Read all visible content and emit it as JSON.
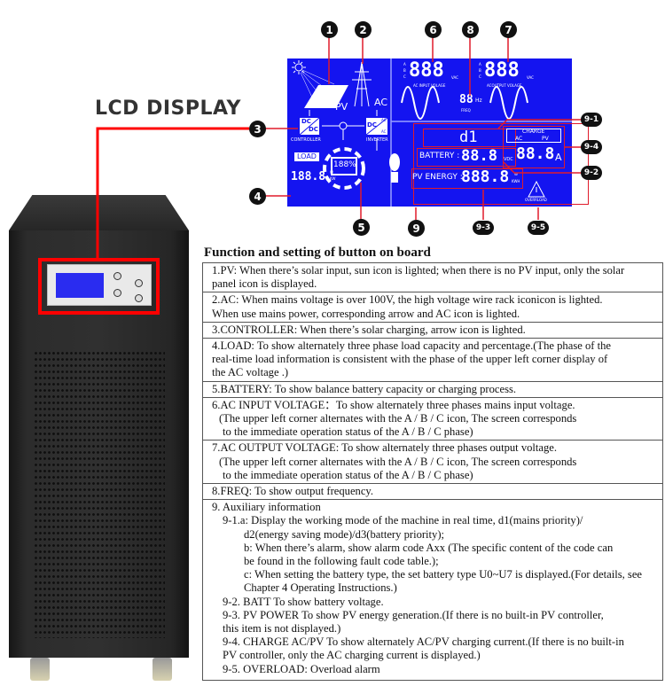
{
  "heading": "LCD DISPLAY",
  "colors": {
    "lcd": "#1414f0",
    "callout_line": "#e01b2b",
    "highlight_box": "#ff0000"
  },
  "callouts": {
    "c1": "1",
    "c2": "2",
    "c3": "3",
    "c4": "4",
    "c5": "5",
    "c6": "6",
    "c7": "7",
    "c8": "8",
    "c9": "9",
    "c9_1": "9-1",
    "c9_2": "9-2",
    "c9_3": "9-3",
    "c9_4": "9-4",
    "c9_5": "9-5"
  },
  "lcd": {
    "pv": "PV",
    "ac": "AC",
    "dc_top": "DC",
    "dc_bottom": "DC",
    "controller": "CONTROLLER",
    "inv_dc": "DC",
    "inv_ac1": "AC",
    "inv_ac2": "AC",
    "inverter": "INVERTER",
    "load": "LOAD",
    "load_value": "188.8",
    "load_unit_w": "W",
    "load_unit_kw": "KW",
    "battery_pct": "188%",
    "phase_a": "A",
    "phase_b": "B",
    "phase_c": "C",
    "ac_input_value": "888",
    "ac_input_unit": "VAC",
    "ac_input_label": "AC INPUT  VOLAGE",
    "ac_output_value": "888",
    "ac_output_unit": "VAC",
    "ac_output_label": "ACOUTPUT  VOLAGE",
    "freq_value": "88",
    "freq_unit": "Hz",
    "freq_label": "FREQ",
    "mode": "d1",
    "battery_label": "BATTERY :",
    "battery_value": "88.8",
    "battery_unit": "VDC",
    "pv_energy_label": "PV ENERGY :",
    "pv_energy_value": "888.8",
    "pv_energy_unit_w": "W",
    "pv_energy_unit_kwh": "KWH",
    "charge": "CHARGE",
    "charge_ac": "AC",
    "charge_pv": "PV",
    "charge_value": "88.8",
    "charge_unit": "A",
    "overload": "OVERRLOAD"
  },
  "section_title": "Function and setting of button on board",
  "table": [
    [
      "1.PV:  When there’s solar input, sun icon is lighted; when there is no PV input, only the solar",
      "panel icon is displayed."
    ],
    [
      "2.AC:  When mains voltage is over 100V, the high voltage wire rack iconicon is lighted.",
      "When use mains power, corresponding arrow and AC icon is lighted."
    ],
    [
      "3.CONTROLLER: When there’s solar charging, arrow icon is lighted."
    ],
    [
      "4.LOAD:  To show alternately three phase load capacity and percentage.(The phase of the",
      "real-time load information is consistent with the phase of the upper left corner display of",
      "the AC voltage .)"
    ],
    [
      "5.BATTERY:   To show balance battery capacity or charging process."
    ],
    [
      "6.AC INPUT VOLTAGE：To show alternately three phases mains input voltage.",
      "  (The upper left corner alternates with the A / B / C icon, The screen corresponds",
      "   to the immediate operation status of the A / B / C phase)"
    ],
    [
      "7.AC OUTPUT VOLTAGE:  To show alternately three phases output voltage.",
      "  (The upper left corner alternates with the A / B / C icon, The screen corresponds",
      "   to the immediate operation status of the A / B / C phase)"
    ],
    [
      "8.FREQ: To show output frequency."
    ],
    [
      "9. Auxiliary information",
      "   9-1.a: Display the working mode of the machine in real time, d1(mains priority)/",
      "         d2(energy saving mode)/d3(battery priority);",
      "         b: When there’s alarm, show alarm code Axx (The specific content of the code can",
      "         be found in the following fault code table.);",
      "         c: When setting the battery type, the set battery type U0~U7 is displayed.(For details, see",
      "         Chapter 4 Operating Instructions.)",
      "   9-2. BATT To show battery voltage.",
      "   9-3. PV POWER To show PV energy generation.(If there is no built-in PV controller,",
      "   this item is not displayed.)",
      "   9-4. CHARGE AC/PV To show alternately AC/PV charging current.(If there is no built-in",
      "   PV controller, only the AC charging current is displayed.)",
      "   9-5. OVERLOAD: Overload alarm"
    ]
  ]
}
